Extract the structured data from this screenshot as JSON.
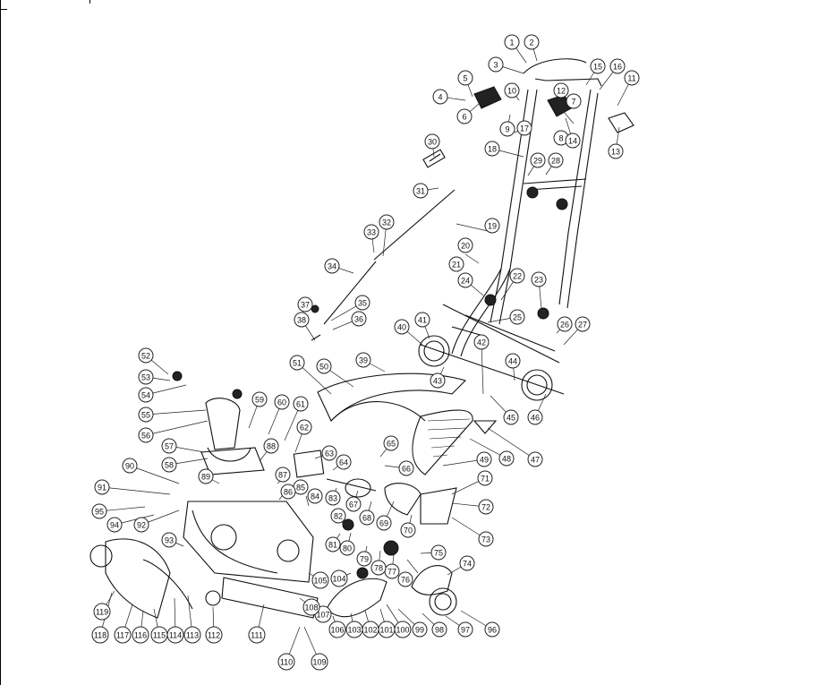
{
  "diagram": {
    "type": "exploded-parts-diagram",
    "callouts": [
      "1",
      "2",
      "3",
      "4",
      "5",
      "6",
      "7",
      "8",
      "9",
      "10",
      "11",
      "12",
      "13",
      "14",
      "15",
      "16",
      "17",
      "18",
      "19",
      "20",
      "21",
      "22",
      "23",
      "24",
      "25",
      "26",
      "27",
      "28",
      "29",
      "30",
      "31",
      "32",
      "33",
      "34",
      "35",
      "36",
      "37",
      "38",
      "39",
      "40",
      "41",
      "42",
      "43",
      "44",
      "45",
      "46",
      "47",
      "48",
      "49",
      "50",
      "51",
      "52",
      "53",
      "54",
      "55",
      "56",
      "57",
      "58",
      "59",
      "60",
      "61",
      "62",
      "63",
      "64",
      "65",
      "66",
      "67",
      "68",
      "69",
      "70",
      "71",
      "72",
      "73",
      "74",
      "75",
      "76",
      "77",
      "78",
      "79",
      "80",
      "81",
      "82",
      "83",
      "84",
      "85",
      "86",
      "87",
      "88",
      "89",
      "90",
      "91",
      "92",
      "93",
      "94",
      "95",
      "96",
      "97",
      "98",
      "99",
      "100",
      "101",
      "102",
      "103",
      "104",
      "105",
      "106",
      "107",
      "108",
      "109",
      "110",
      "111",
      "112",
      "113",
      "114",
      "115",
      "116",
      "117",
      "118",
      "119"
    ]
  }
}
